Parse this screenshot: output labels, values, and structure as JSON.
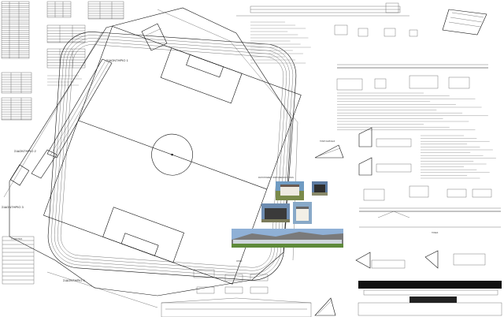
{
  "sheet": {
    "sides": [
      {
        "label": "ΣΙΔΟΝΤΗΡΙΟ 1"
      },
      {
        "label": "ΣΙΔΟΝΤΗΡΙΟ 2"
      },
      {
        "label": "ΣΙΔΟΝΤΗΡΙΟ 3"
      },
      {
        "label": "ΣΙΔΟΝΤΗΡΙΟ 4"
      }
    ],
    "legend_title": "ΥΠΟΜΝΗΜΑ",
    "views_title": "ΟΨΕΙΣ",
    "sections_title": "ΤΟΜΕΣ"
  }
}
